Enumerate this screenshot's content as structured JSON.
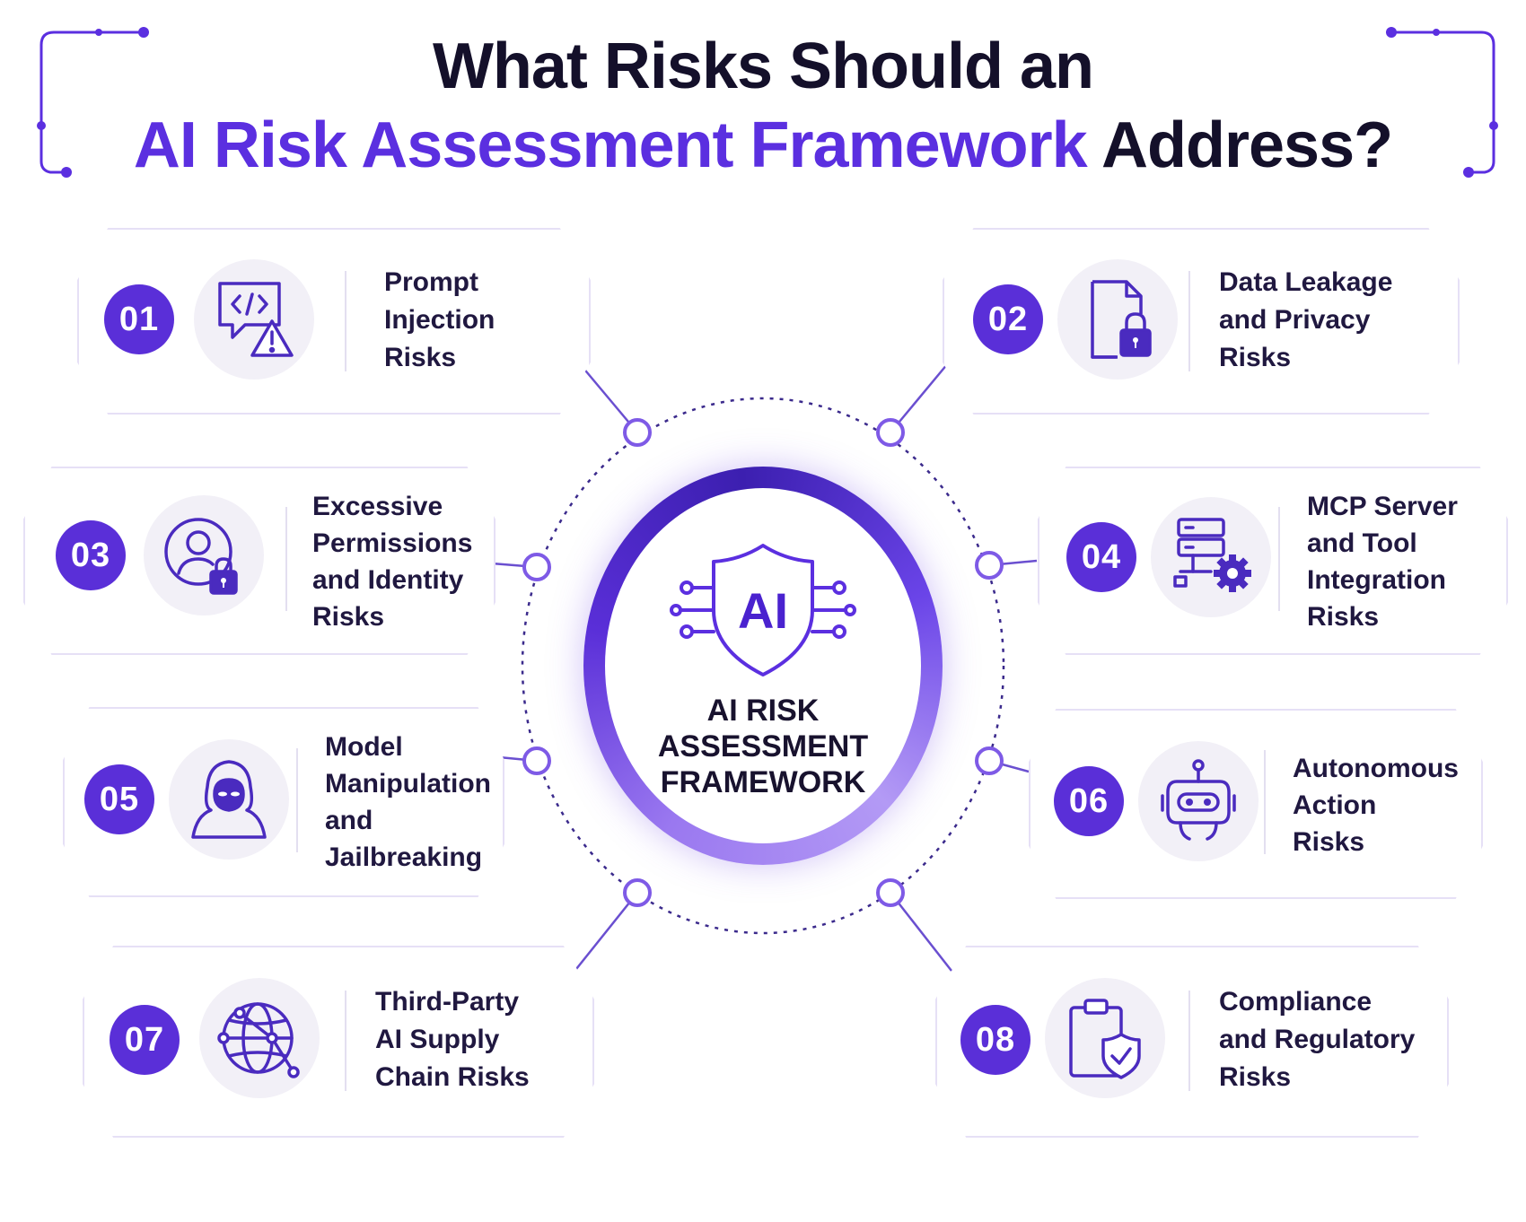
{
  "title": {
    "line1": "What Risks Should an",
    "line2_accent": "AI Risk Assessment Framework",
    "line2_rest": "Address?"
  },
  "colors": {
    "accent": "#5b2fe0",
    "badge": "#5a2fd8",
    "icon_stroke": "#4a2bbf",
    "title_dark": "#14102a"
  },
  "hub": {
    "badge": "AI",
    "line1": "AI RISK",
    "line2": "ASSESSMENT",
    "line3": "FRAMEWORK",
    "icon": "ai-shield-circuit-icon"
  },
  "risks": [
    {
      "number": "01",
      "lines": [
        "Prompt",
        "Injection",
        "Risks"
      ],
      "icon": "code-chat-warning-icon"
    },
    {
      "number": "02",
      "lines": [
        "Data Leakage",
        "and Privacy",
        "Risks"
      ],
      "icon": "document-lock-icon"
    },
    {
      "number": "03",
      "lines": [
        "Excessive",
        "Permissions",
        "and Identity",
        "Risks"
      ],
      "icon": "user-lock-icon"
    },
    {
      "number": "04",
      "lines": [
        "MCP Server",
        "and Tool",
        "Integration",
        "Risks"
      ],
      "icon": "server-gear-icon"
    },
    {
      "number": "05",
      "lines": [
        "Model",
        "Manipulation",
        "and",
        "Jailbreaking"
      ],
      "icon": "hooded-hacker-icon"
    },
    {
      "number": "06",
      "lines": [
        "Autonomous",
        "Action",
        "Risks"
      ],
      "icon": "robot-icon"
    },
    {
      "number": "07",
      "lines": [
        "Third-Party",
        "AI Supply",
        "Chain Risks"
      ],
      "icon": "globe-network-icon"
    },
    {
      "number": "08",
      "lines": [
        "Compliance",
        "and Regulatory",
        "Risks"
      ],
      "icon": "clipboard-shield-icon"
    }
  ]
}
